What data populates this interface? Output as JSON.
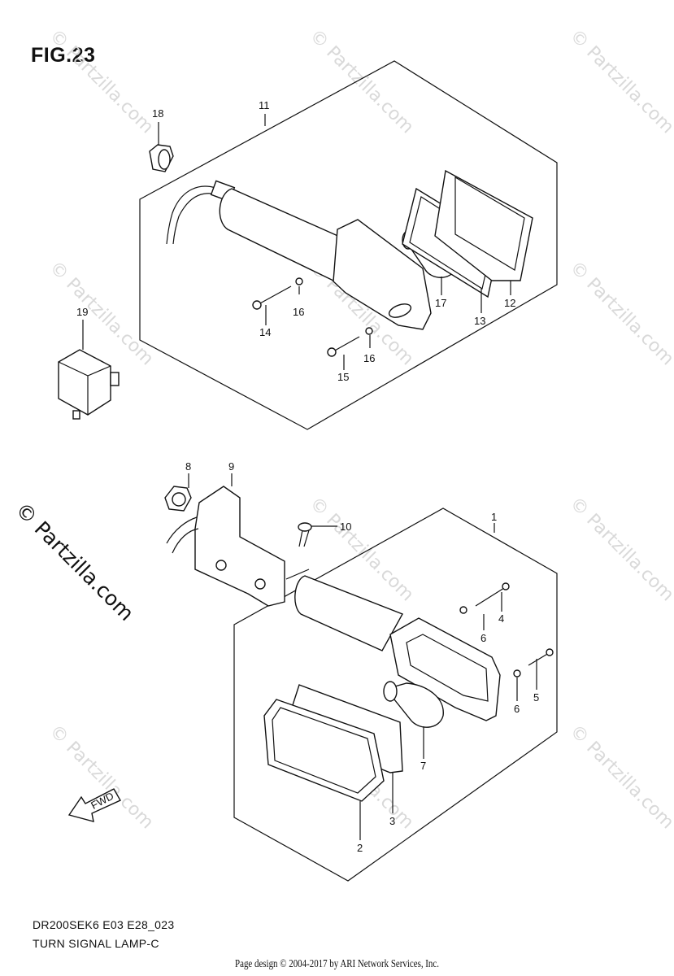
{
  "figure": {
    "title": "FIG.23"
  },
  "watermark": {
    "text": "© Partzilla.com"
  },
  "callouts": {
    "p1": "1",
    "p2": "2",
    "p3": "3",
    "p4": "4",
    "p5": "5",
    "p6a": "6",
    "p6b": "6",
    "p7": "7",
    "p8": "8",
    "p9": "9",
    "p10": "10",
    "p11": "11",
    "p12": "12",
    "p13": "13",
    "p14": "14",
    "p15": "15",
    "p16a": "16",
    "p16b": "16",
    "p17": "17",
    "p18": "18",
    "p19": "19"
  },
  "fwd_label": "FWD",
  "footer": {
    "code": "DR200SEK6 E03 E28_023",
    "title": "TURN SIGNAL LAMP-C",
    "credit": "Page design © 2004-2017 by ARI Network Services, Inc."
  }
}
